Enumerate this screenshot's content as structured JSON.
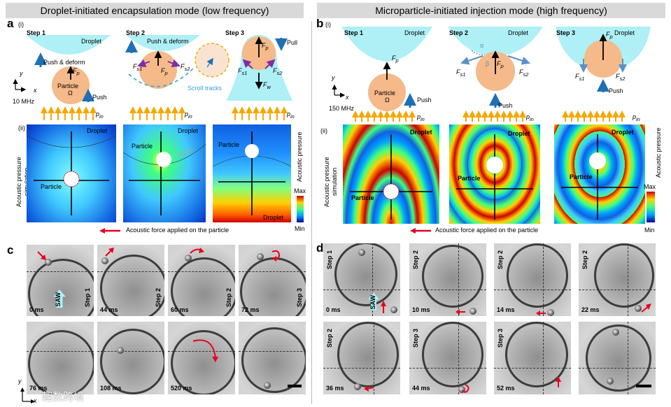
{
  "headers": {
    "left_title": "Droplet-initiated encapsulation mode (low frequency)",
    "right_title": "Microparticle-initiated injection mode (high frequency)"
  },
  "panel_labels": {
    "a": "a",
    "b": "b",
    "c": "c",
    "d": "d",
    "sub_i": "(i)",
    "sub_ii": "(ii)"
  },
  "panel_a": {
    "steps": [
      "Step 1",
      "Step 2",
      "Step 3"
    ],
    "droplet": "Droplet",
    "push_deform": "Push & deform",
    "push_deform_step2": "Push  & deform",
    "particle": "Particle",
    "omega": "Ω",
    "push": "Push",
    "pull": "Pull",
    "fp": "F",
    "fp_sub": "p",
    "fs1_sub": "s1",
    "fs2_sub": "s2",
    "fw_sub": "w",
    "pin": "p",
    "pin_sub": "in",
    "scroll": "Scroll tracks",
    "frequency": "10 MHz",
    "axis_x": "x",
    "axis_y": "y"
  },
  "panel_b": {
    "steps": [
      "Step 1",
      "Step 2",
      "Step 3"
    ],
    "droplet": "Droplet",
    "particle": "Particle",
    "omega": "Ω",
    "push": "Push",
    "frequency": "150 MHz",
    "alpha": "α",
    "beta": "β"
  },
  "simulation": {
    "side_label_line1": "Acoustic pressure",
    "side_label_line2": "simulation",
    "colorbar_label": "Acoustic pressure",
    "max": "Max",
    "min": "Min",
    "droplet": "Droplet",
    "particle": "Particle",
    "legend": "Acoustic force applied on the particle",
    "colors": {
      "low": "#0000a0",
      "mid_low": "#00a0ff",
      "mid": "#40ff80",
      "mid_high": "#ffd000",
      "high": "#d00000"
    }
  },
  "panel_c": {
    "row1": [
      {
        "time": "0 ms",
        "step": "Step 1",
        "saw": "SAW"
      },
      {
        "time": "44 ms",
        "step": "Step 2"
      },
      {
        "time": "60 ms",
        "step": "Step 2"
      },
      {
        "time": "72 ms",
        "step": "Step 3"
      }
    ],
    "row2": [
      {
        "time": "76 ms"
      },
      {
        "time": "108 ms"
      },
      {
        "time": "520 ms"
      },
      {
        "time": ""
      }
    ]
  },
  "panel_d": {
    "row1": [
      {
        "time": "0 ms",
        "step": "Step 1",
        "saw": "SAW"
      },
      {
        "time": "10 ms",
        "step": "Step 2"
      },
      {
        "time": "14 ms",
        "step": "Step 2"
      },
      {
        "time": "22 ms",
        "step": "Step 2"
      }
    ],
    "row2": [
      {
        "time": "36 ms",
        "step": "Step 2"
      },
      {
        "time": "44 ms",
        "step": "Step 3"
      },
      {
        "time": "52 ms",
        "step": "Step 3"
      },
      {
        "time": ""
      }
    ]
  },
  "colors": {
    "droplet": "#aef0f5",
    "particle": "#f5b98a",
    "arrow_blue": "#1f6fb5",
    "arrow_orange": "#f5a700",
    "arrow_red": "#e8001c",
    "purple": "#7b2fa6",
    "header_bg": "#d9d9d9"
  },
  "watermark": "趣数跨境"
}
